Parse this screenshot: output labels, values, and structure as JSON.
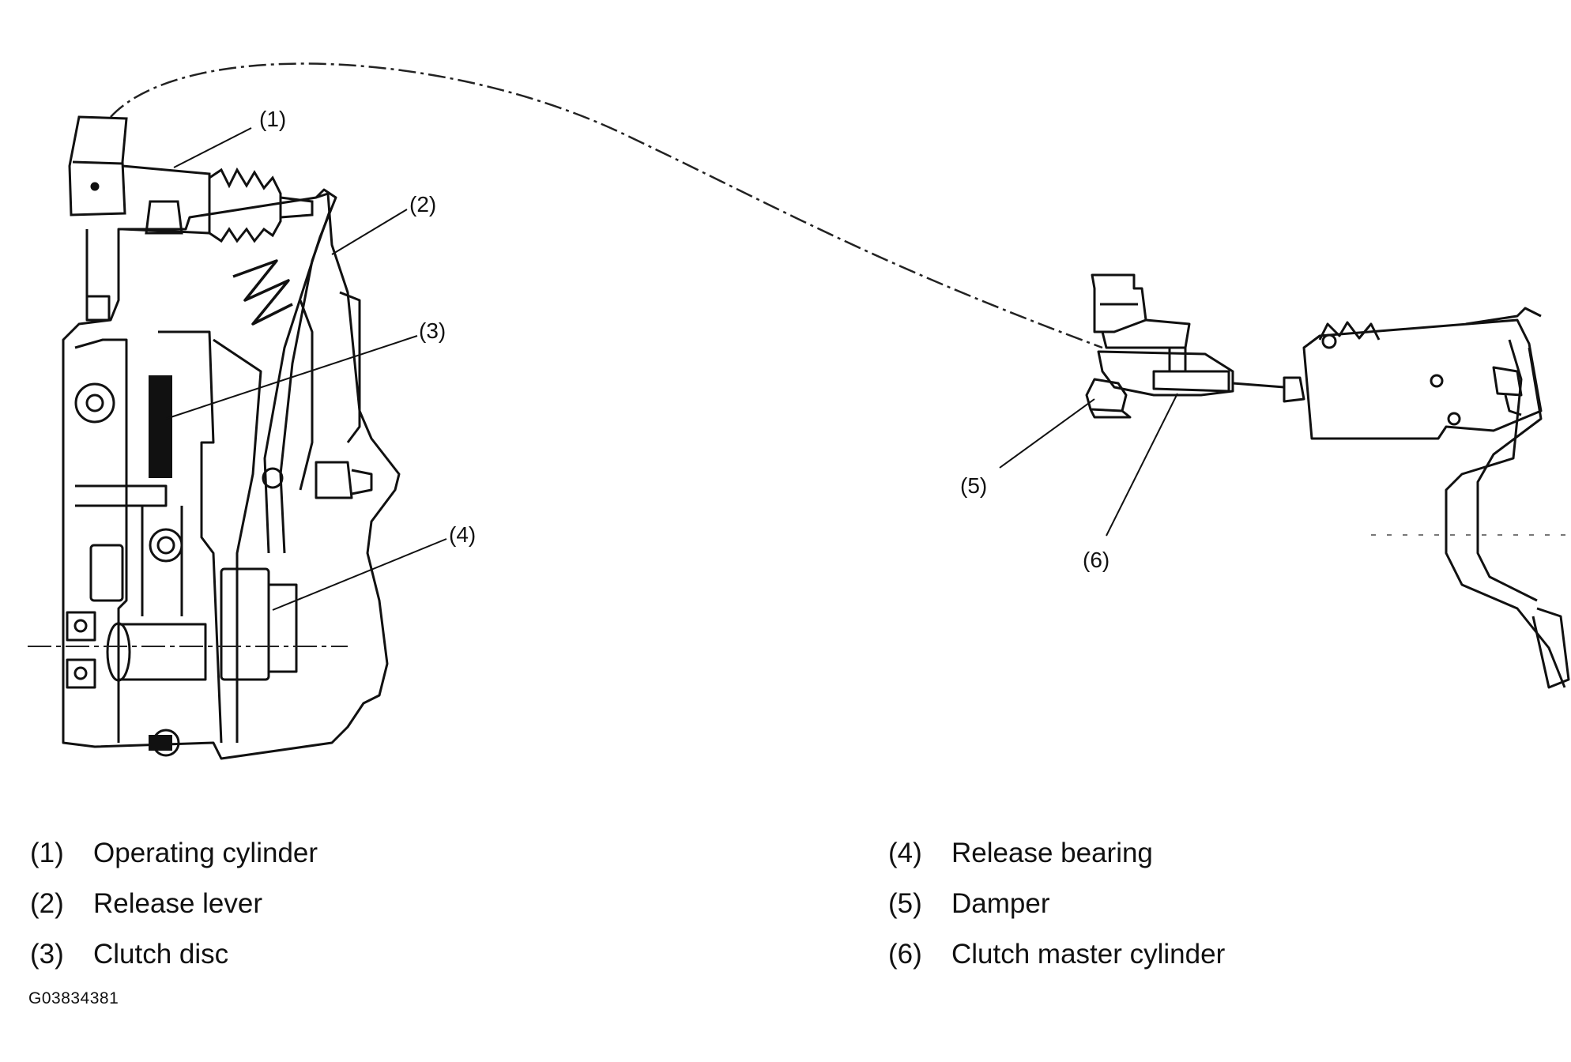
{
  "callouts": [
    "(1)",
    "(2)",
    "(3)",
    "(4)",
    "(5)",
    "(6)"
  ],
  "legend": {
    "left": [
      {
        "num": "(1)",
        "label": "Operating cylinder"
      },
      {
        "num": "(2)",
        "label": "Release lever"
      },
      {
        "num": "(3)",
        "label": "Clutch disc"
      }
    ],
    "right": [
      {
        "num": "(4)",
        "label": "Release bearing"
      },
      {
        "num": "(5)",
        "label": "Damper"
      },
      {
        "num": "(6)",
        "label": "Clutch master cylinder"
      }
    ]
  },
  "figure_id": "G03834381"
}
